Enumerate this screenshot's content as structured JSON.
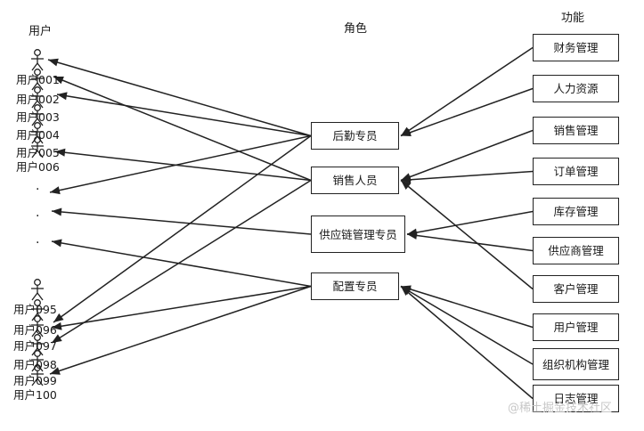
{
  "headings": {
    "users": "用户",
    "roles": "角色",
    "functions": "功能"
  },
  "users": [
    "用户001",
    "用户002",
    "用户003",
    "用户004",
    "用户005",
    "用户006",
    "用户095",
    "用户096",
    "用户097",
    "用户098",
    "用户099",
    "用户100"
  ],
  "ellipsis": [
    "·",
    "·",
    "·"
  ],
  "roles": [
    "后勤专员",
    "销售人员",
    "供应链管理专员",
    "配置专员"
  ],
  "functions": [
    "财务管理",
    "人力资源",
    "销售管理",
    "订单管理",
    "库存管理",
    "供应商管理",
    "客户管理",
    "用户管理",
    "组织机构管理",
    "日志管理"
  ],
  "icons": {
    "actor": "actor-icon"
  },
  "relations": {
    "role_to_user": [
      [
        "后勤专员",
        "用户001"
      ],
      [
        "后勤专员",
        "用户003"
      ],
      [
        "后勤专员",
        "·"
      ],
      [
        "后勤专员",
        "用户096"
      ],
      [
        "销售人员",
        "用户002"
      ],
      [
        "销售人员",
        "用户005"
      ],
      [
        "销售人员",
        "用户097"
      ],
      [
        "供应链管理专员",
        "·"
      ],
      [
        "配置专员",
        "·"
      ],
      [
        "配置专员",
        "用户095"
      ],
      [
        "配置专员",
        "用户099"
      ]
    ],
    "function_to_role": [
      [
        "财务管理",
        "后勤专员"
      ],
      [
        "人力资源",
        "后勤专员"
      ],
      [
        "销售管理",
        "销售人员"
      ],
      [
        "订单管理",
        "销售人员"
      ],
      [
        "客户管理",
        "销售人员"
      ],
      [
        "库存管理",
        "供应链管理专员"
      ],
      [
        "供应商管理",
        "供应链管理专员"
      ],
      [
        "用户管理",
        "配置专员"
      ],
      [
        "组织机构管理",
        "配置专员"
      ],
      [
        "日志管理",
        "配置专员"
      ]
    ]
  },
  "colors": {
    "line": "#222222",
    "watermark": "#c7c7c7"
  },
  "watermark": "@稀土掘金技术社区"
}
